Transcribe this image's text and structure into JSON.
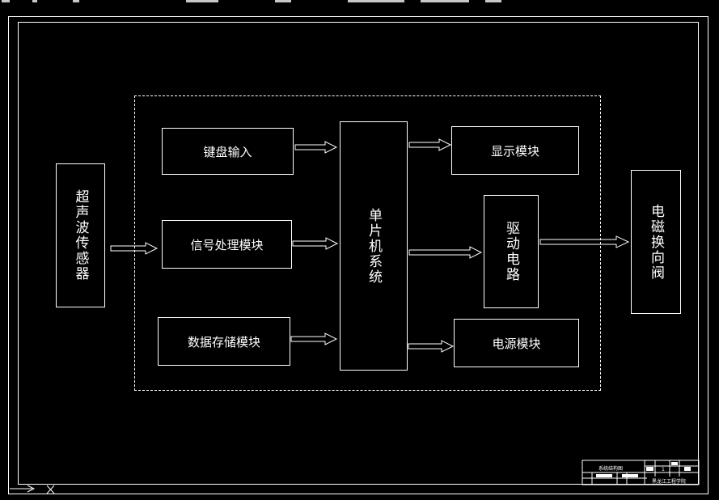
{
  "diagram": {
    "nodes": {
      "ultrasonic_sensor": "超声波传感器",
      "keyboard_input": "键盘输入",
      "signal_processing": "信号处理模块",
      "data_storage": "数据存储模块",
      "mcu_system": "单片机系统",
      "display_module": "显示模块",
      "drive_circuit": "驱动电路",
      "power_module": "电源模块",
      "solenoid_valve": "电磁换向阀"
    }
  },
  "title_block": {
    "drawing_name": "系统结构图",
    "sheet_number": "1",
    "school": "黑龙江工程学院"
  },
  "colors": {
    "background": "#000000",
    "line": "#ffffff"
  }
}
